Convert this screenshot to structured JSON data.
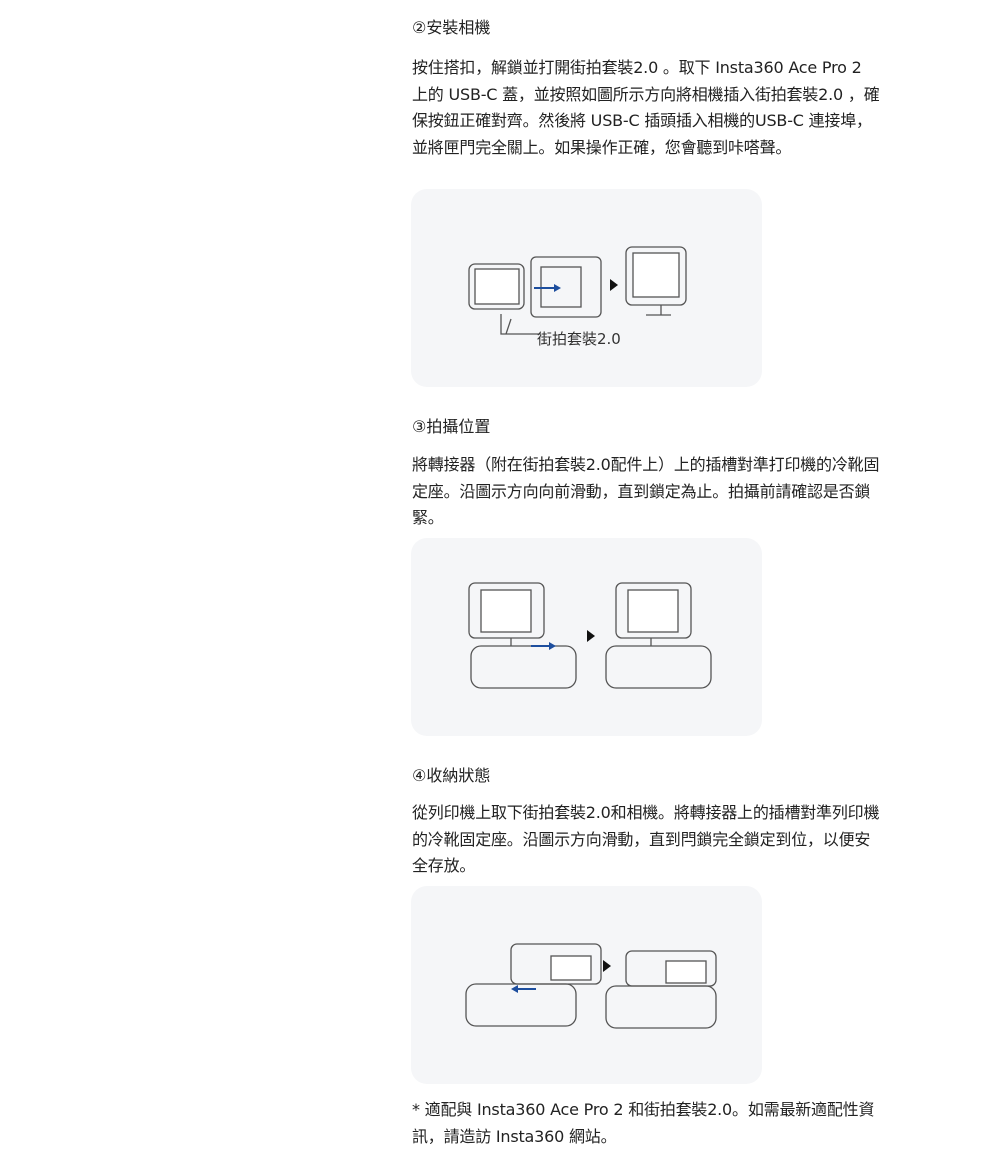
{
  "sections": [
    {
      "heading": "②安裝相機",
      "body": "按住搭扣，解鎖並打開街拍套裝2.0 。取下 Insta360 Ace Pro 2 上的 USB-C 蓋，並按照如圖所示方向將相機插入街拍套裝2.0 ，確保按鈕正確對齊。然後將 USB-C 插頭插入相機的USB-C 連接埠，並將匣門完全關上。如果操作正確，您會聽到咔嗒聲。",
      "image_caption": "街拍套裝2.0"
    },
    {
      "heading": "③拍攝位置",
      "body": "將轉接器（附在街拍套裝2.0配件上）上的插槽對準打印機的冷靴固定座。沿圖示方向向前滑動，直到鎖定為止。拍攝前請確認是否鎖緊。"
    },
    {
      "heading": "④收納狀態",
      "body": "從列印機上取下街拍套裝2.0和相機。將轉接器上的插槽對準列印機的冷靴固定座。沿圖示方向滑動，直到閂鎖完全鎖定到位，以便安全存放。"
    }
  ],
  "footnote": "* 適配與 Insta360 Ace Pro 2 和街拍套裝2.0。如需最新適配性資訊，請造訪 Insta360 網站。",
  "colors": {
    "panel": "#f5f6f8",
    "arrow": "#1d4e9e"
  }
}
